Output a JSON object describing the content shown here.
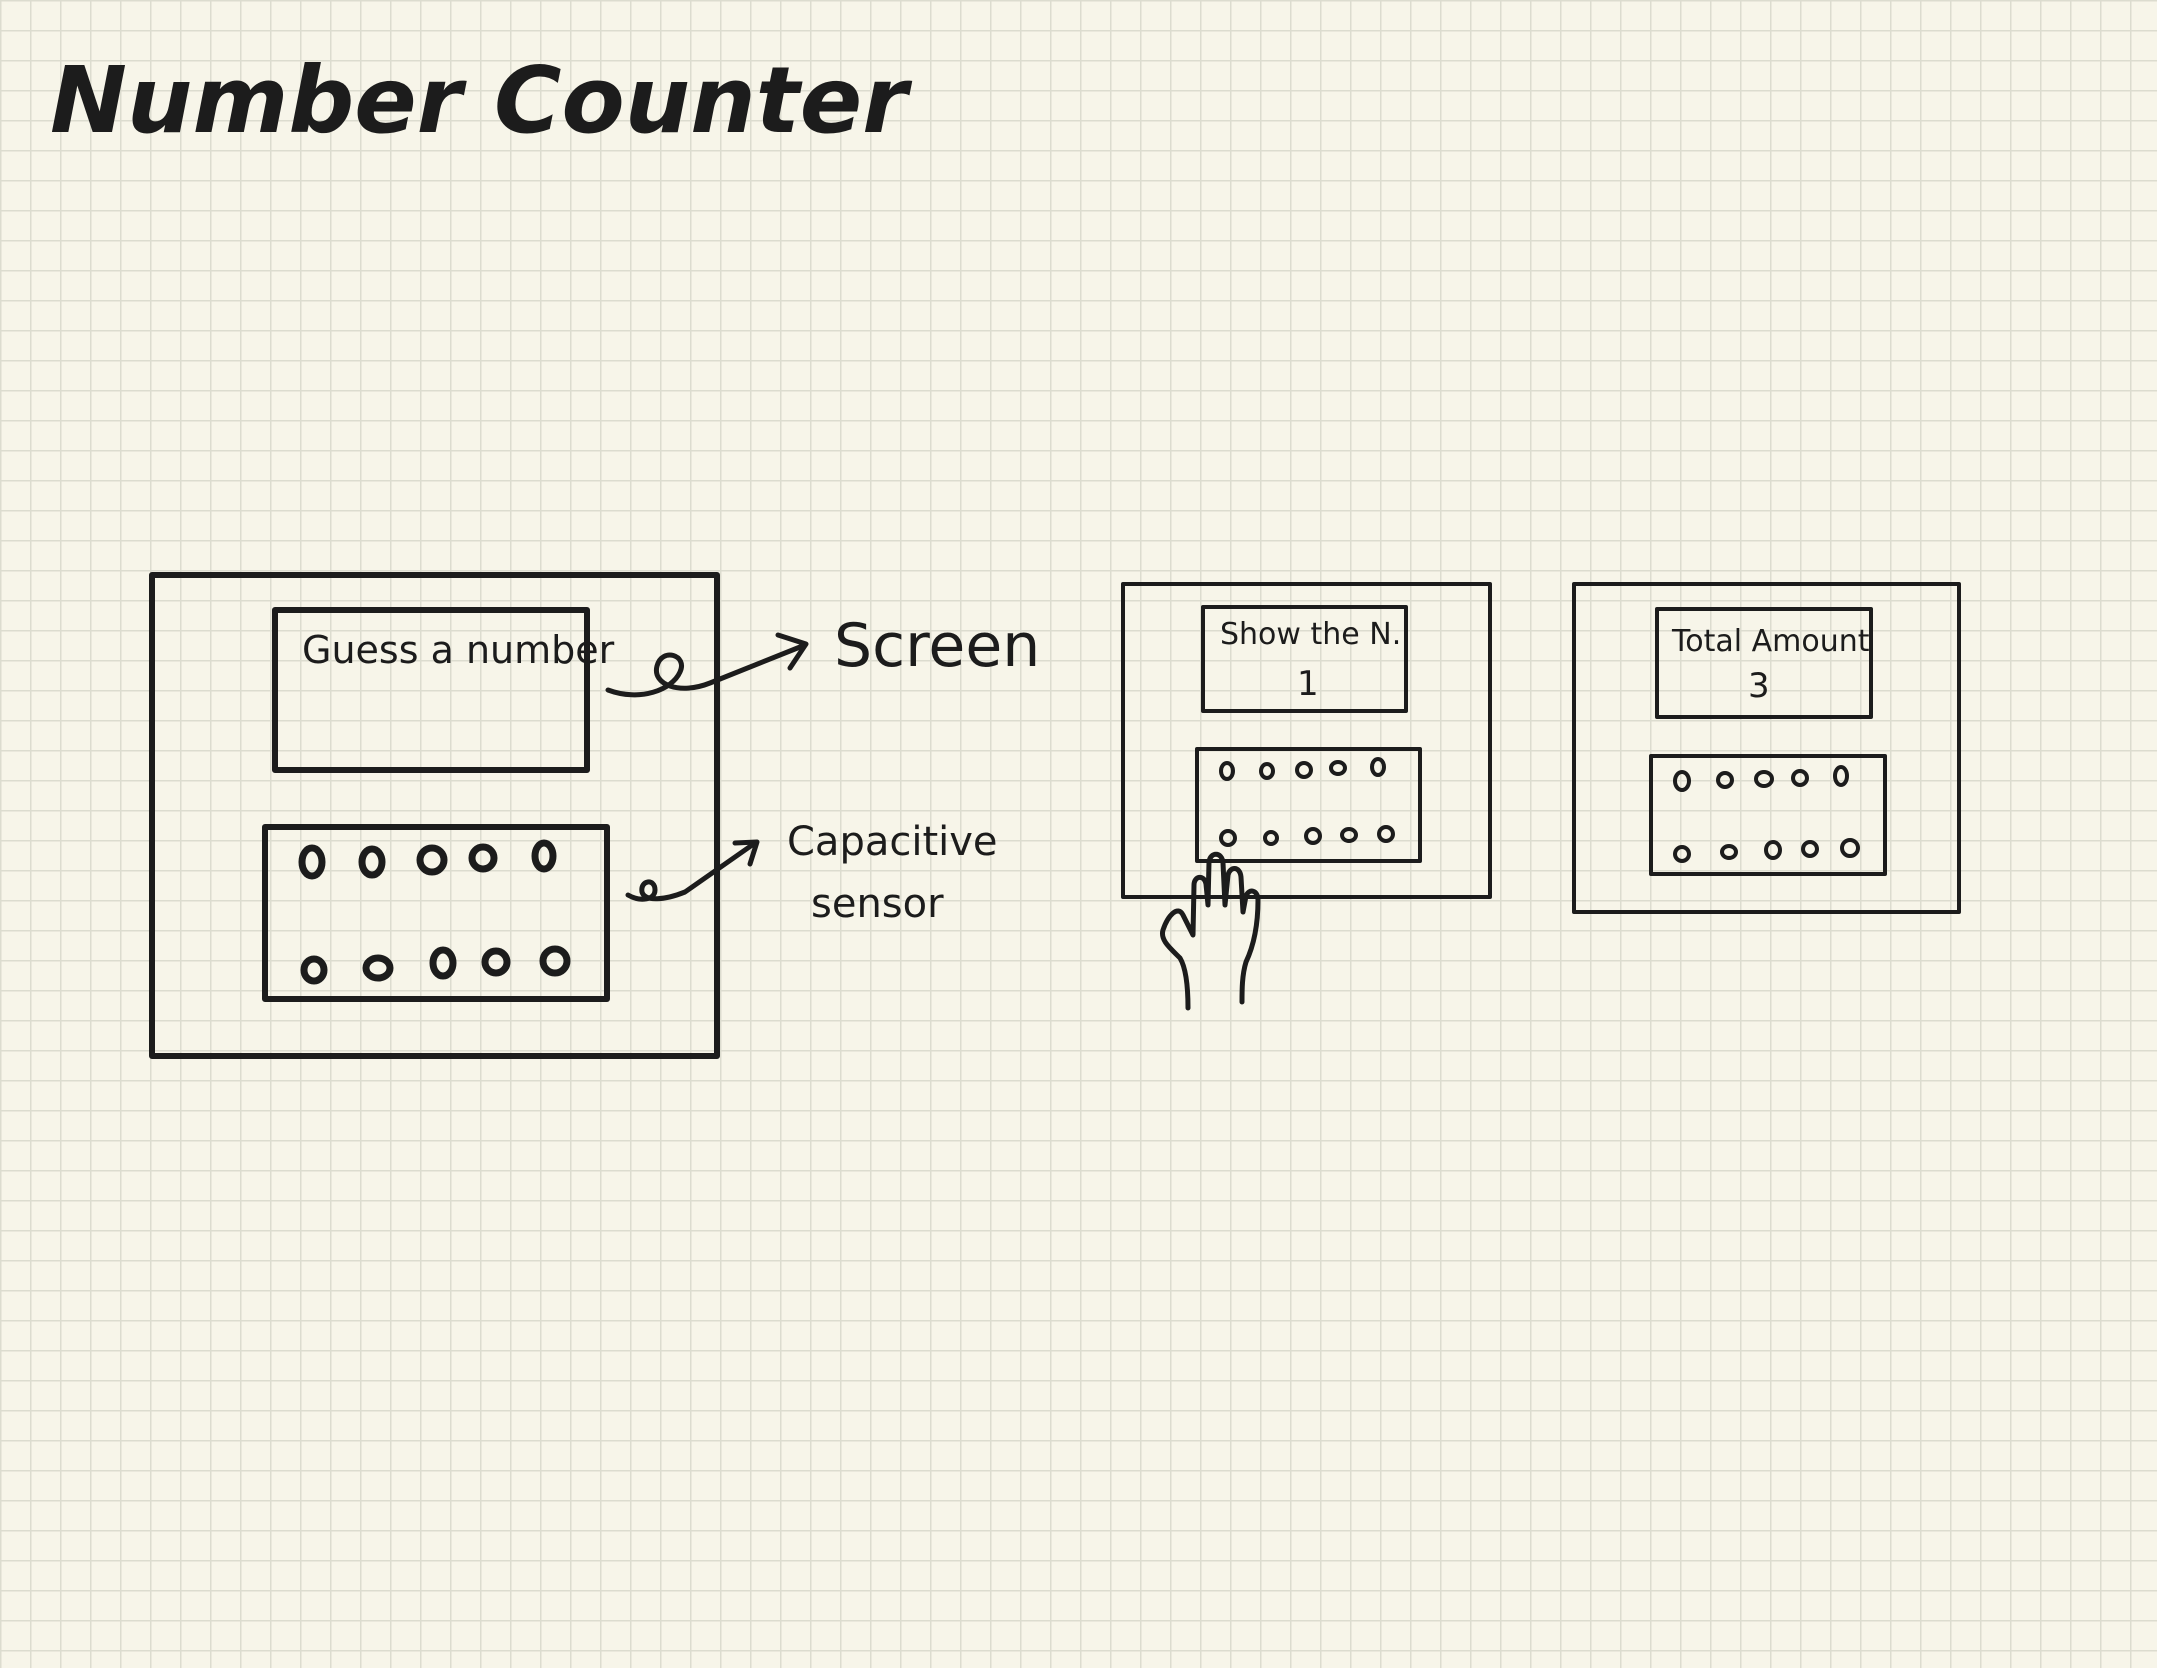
{
  "title": "Number Counter",
  "device_main": {
    "screen_text": "Guess a number",
    "sensor_rows": [
      5,
      5
    ]
  },
  "annotations": {
    "screen_label": "Screen",
    "sensor_label_line1": "Capacitive",
    "sensor_label_line2": "sensor"
  },
  "device_show": {
    "screen_line1": "Show the N.",
    "screen_line2": "1",
    "sensor_rows": [
      5,
      5
    ]
  },
  "device_total": {
    "screen_line1": "Total Amount",
    "screen_line2": "3",
    "sensor_rows": [
      5,
      5
    ]
  },
  "icons": {
    "hand": "hand-pointer-icon"
  },
  "colors": {
    "ink": "#1c1c1c",
    "paper": "#f7f5e9",
    "grid": "#dcdccf"
  }
}
